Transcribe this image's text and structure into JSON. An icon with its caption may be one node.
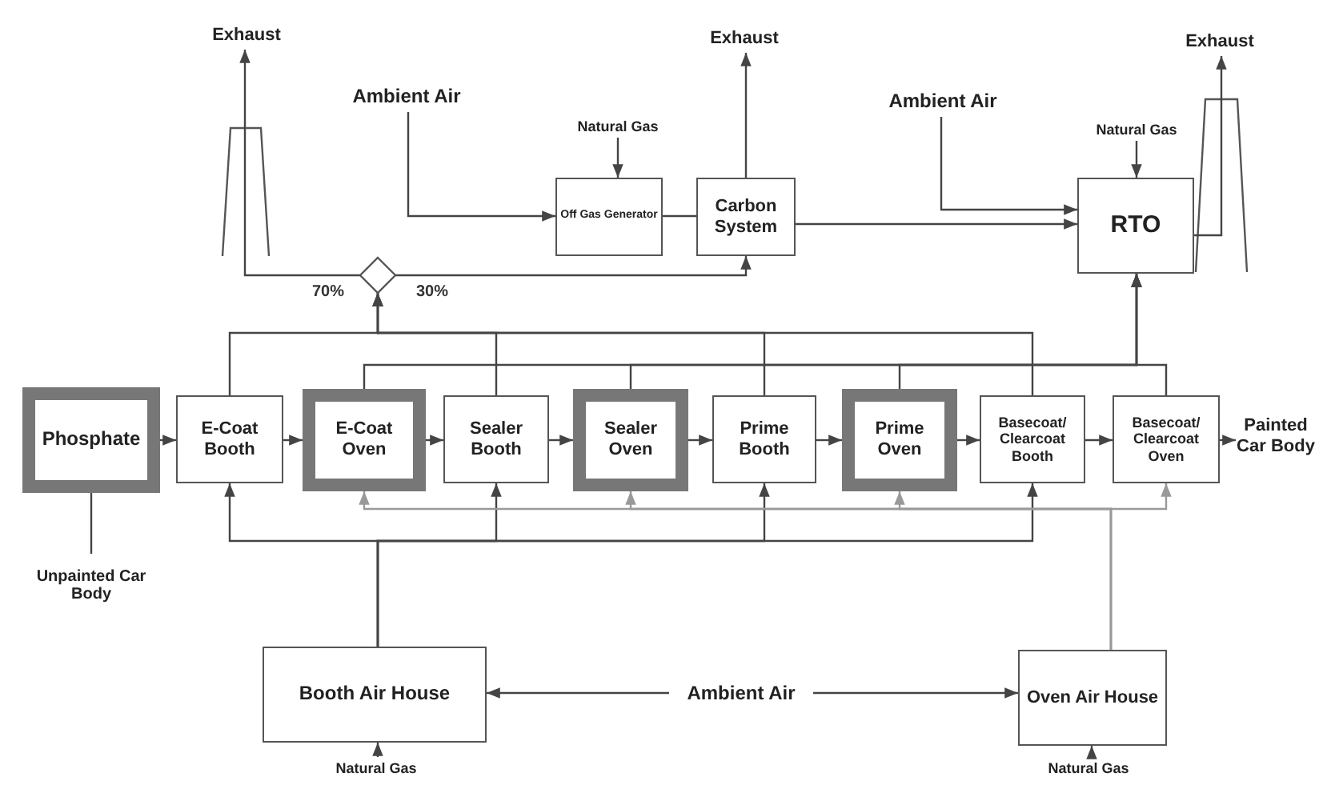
{
  "diagram": {
    "nodes": [
      {
        "text": [
          "Phosphate"
        ]
      },
      {
        "text": [
          "E-Coat Booth"
        ]
      },
      {
        "text": [
          "E-Coat Oven"
        ]
      },
      {
        "text": [
          "Sealer Booth"
        ]
      },
      {
        "text": [
          "Sealer Oven"
        ]
      },
      {
        "text": [
          "Prime Booth"
        ]
      },
      {
        "text": [
          "Prime Oven"
        ]
      },
      {
        "text": [
          "Basecoat/ Clearcoat Booth"
        ]
      },
      {
        "text": [
          "Basecoat/ Clearcoat Oven"
        ]
      },
      {
        "text": [
          "Painted Car Body"
        ]
      },
      {
        "text": [
          "Unpainted Car Body"
        ]
      },
      {
        "text": [
          "Booth Air House"
        ]
      },
      {
        "text": [
          "Oven Air House"
        ]
      },
      {
        "text": [
          "Ambient Air"
        ]
      },
      {
        "text": [
          "Natural Gas"
        ]
      },
      {
        "text": [
          "Natural Gas"
        ]
      },
      {
        "text": [
          "Off Gas Generator"
        ]
      },
      {
        "text": [
          "Carbon System"
        ]
      },
      {
        "text": [
          "RTO"
        ]
      },
      {
        "text": [],
        "shape": "diamond"
      },
      {
        "text": [
          "Exhaust"
        ]
      },
      {
        "text": [
          "Exhaust"
        ]
      },
      {
        "text": [
          "Exhaust"
        ]
      },
      {
        "text": [
          "Ambient Air"
        ]
      },
      {
        "text": [
          "Ambient Air"
        ]
      },
      {
        "text": [
          "Natural Gas"
        ]
      },
      {
        "text": [
          "Natural Gas"
        ]
      }
    ],
    "edges": [
      {
        "from": 10,
        "to": 0,
        "arrow": "none"
      },
      {
        "from": 0,
        "to": 1,
        "arrow": "to"
      },
      {
        "from": 1,
        "to": 2,
        "arrow": "to"
      },
      {
        "from": 2,
        "to": 3,
        "arrow": "to"
      },
      {
        "from": 3,
        "to": 4,
        "arrow": "to"
      },
      {
        "from": 4,
        "to": 5,
        "arrow": "to"
      },
      {
        "from": 5,
        "to": 6,
        "arrow": "to"
      },
      {
        "from": 6,
        "to": 7,
        "arrow": "to"
      },
      {
        "from": 7,
        "to": 8,
        "arrow": "to"
      },
      {
        "from": 8,
        "to": 9,
        "arrow": "to"
      },
      {
        "from": 25,
        "to": 16,
        "arrow": "to"
      },
      {
        "from": 23,
        "to": 16,
        "arrow": "to"
      },
      {
        "from": 16,
        "to": 17,
        "arrow": "none"
      },
      {
        "from": 17,
        "to": 21,
        "arrow": "to"
      },
      {
        "from": 19,
        "to": 17,
        "arrow": "to",
        "label": "30%"
      },
      {
        "from": 19,
        "to": 20,
        "arrow": "to",
        "label": "70%"
      },
      {
        "from": 24,
        "to": 18,
        "arrow": "to"
      },
      {
        "from": 17,
        "to": 18,
        "arrow": "to"
      },
      {
        "from": 26,
        "to": 18,
        "arrow": "to"
      },
      {
        "from": 18,
        "to": 22,
        "arrow": "to"
      },
      {
        "from": 1,
        "to": 19,
        "arrow": "to"
      },
      {
        "from": 3,
        "to": 19,
        "arrow": "to"
      },
      {
        "from": 5,
        "to": 19,
        "arrow": "to"
      },
      {
        "from": 7,
        "to": 19,
        "arrow": "to"
      },
      {
        "from": 2,
        "to": 18,
        "arrow": "to"
      },
      {
        "from": 4,
        "to": 18,
        "arrow": "to"
      },
      {
        "from": 6,
        "to": 18,
        "arrow": "to"
      },
      {
        "from": 8,
        "to": 18,
        "arrow": "to"
      },
      {
        "from": 11,
        "to": 1,
        "arrow": "to"
      },
      {
        "from": 11,
        "to": 3,
        "arrow": "to"
      },
      {
        "from": 11,
        "to": 5,
        "arrow": "to"
      },
      {
        "from": 11,
        "to": 7,
        "arrow": "to"
      },
      {
        "from": 12,
        "to": 2,
        "arrow": "to",
        "color": "#999999"
      },
      {
        "from": 12,
        "to": 4,
        "arrow": "to",
        "color": "#999999"
      },
      {
        "from": 12,
        "to": 6,
        "arrow": "to",
        "color": "#999999"
      },
      {
        "from": 12,
        "to": 8,
        "arrow": "to",
        "color": "#999999"
      },
      {
        "from": 13,
        "to": 11,
        "arrow": "to"
      },
      {
        "from": 13,
        "to": 12,
        "arrow": "to"
      },
      {
        "from": 14,
        "to": 11,
        "arrow": "to"
      },
      {
        "from": 15,
        "to": 12,
        "arrow": "to"
      }
    ]
  }
}
